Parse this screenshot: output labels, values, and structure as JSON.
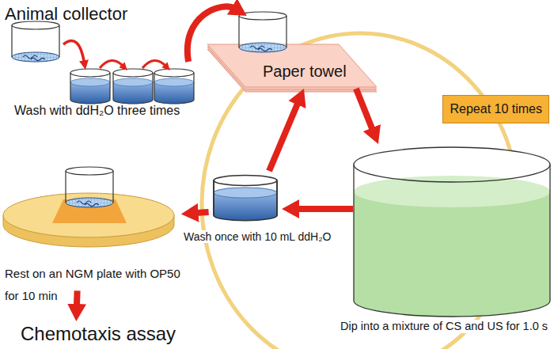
{
  "diagram": {
    "nodes": [
      {
        "text": [
          "Animal collector"
        ]
      },
      {
        "text": [
          "Wash with ddH₂O three times"
        ]
      },
      {
        "text": [
          "Paper towel"
        ]
      },
      {
        "text": [
          "Repeat 10 times"
        ]
      },
      {
        "text": [
          "Dip into a mixture of CS and US for 1.0 s"
        ]
      },
      {
        "text": [
          "Wash once with 10 mL ddH₂O"
        ]
      },
      {
        "text": [
          "Rest on an NGM plate with OP50 for 10 min"
        ]
      },
      {
        "text": [
          "Chemotaxis assay"
        ]
      }
    ],
    "edges": [
      {
        "from": 0,
        "to": 1,
        "arrow": "to"
      },
      {
        "from": 1,
        "to": 2,
        "arrow": "to"
      },
      {
        "from": 2,
        "to": 4,
        "arrow": "to"
      },
      {
        "from": 4,
        "to": 5,
        "arrow": "to"
      },
      {
        "from": 5,
        "to": 2,
        "arrow": "to"
      },
      {
        "from": 5,
        "to": 6,
        "arrow": "to"
      },
      {
        "from": 6,
        "to": 7,
        "arrow": "to"
      }
    ]
  }
}
